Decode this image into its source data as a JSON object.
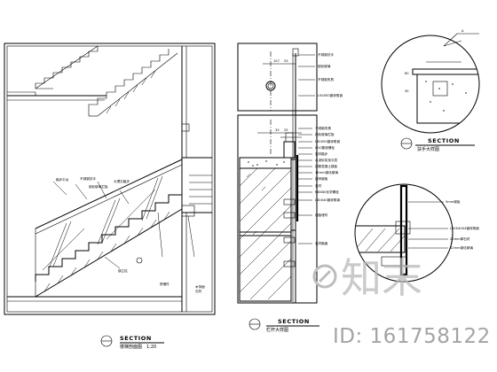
{
  "panel_left": {
    "title": "SECTION",
    "subtitle": "楼梯剖面图",
    "scale": "1:20",
    "notes": [
      "踏步平台",
      "不锈钢扶手",
      "钢化玻璃栏板",
      "大理石踏步",
      "钢立柱",
      "预埋件",
      "木饰面",
      "石材"
    ]
  },
  "panel_mid": {
    "title": "SECTION",
    "subtitle": "栏杆大样图",
    "dims": [
      "107",
      "53",
      "33",
      "25"
    ],
    "notes_upper": [
      "不锈钢扶手",
      "钢化玻璃",
      "不锈钢夹具",
      "L50X50镀锌角钢"
    ],
    "notes_lower": [
      "不锈钢夹具",
      "钢化玻璃栏板",
      "L50X50镀锌角钢",
      "M10膨胀螺栓",
      "石材踏步",
      "水泥砂浆找平层",
      "钢筋混凝土楼板",
      "10mm钢化玻璃",
      "镀锌钢板",
      "石材",
      "M8X80化学螺栓",
      "L40X40镀锌角钢",
      "钢板埋件",
      "石材踏面"
    ]
  },
  "panel_right": {
    "title": "SECTION",
    "subtitle": "扶手大样图",
    "detail_callout": "A",
    "dims": [
      "60",
      "45"
    ],
    "notes": [
      "5mm钢板",
      "L40X40X4镀锌角钢",
      "20mm厚石材",
      "12mm钢化玻璃"
    ]
  },
  "watermark": {
    "brand": "知末",
    "id_text": "ID: 161758122"
  }
}
